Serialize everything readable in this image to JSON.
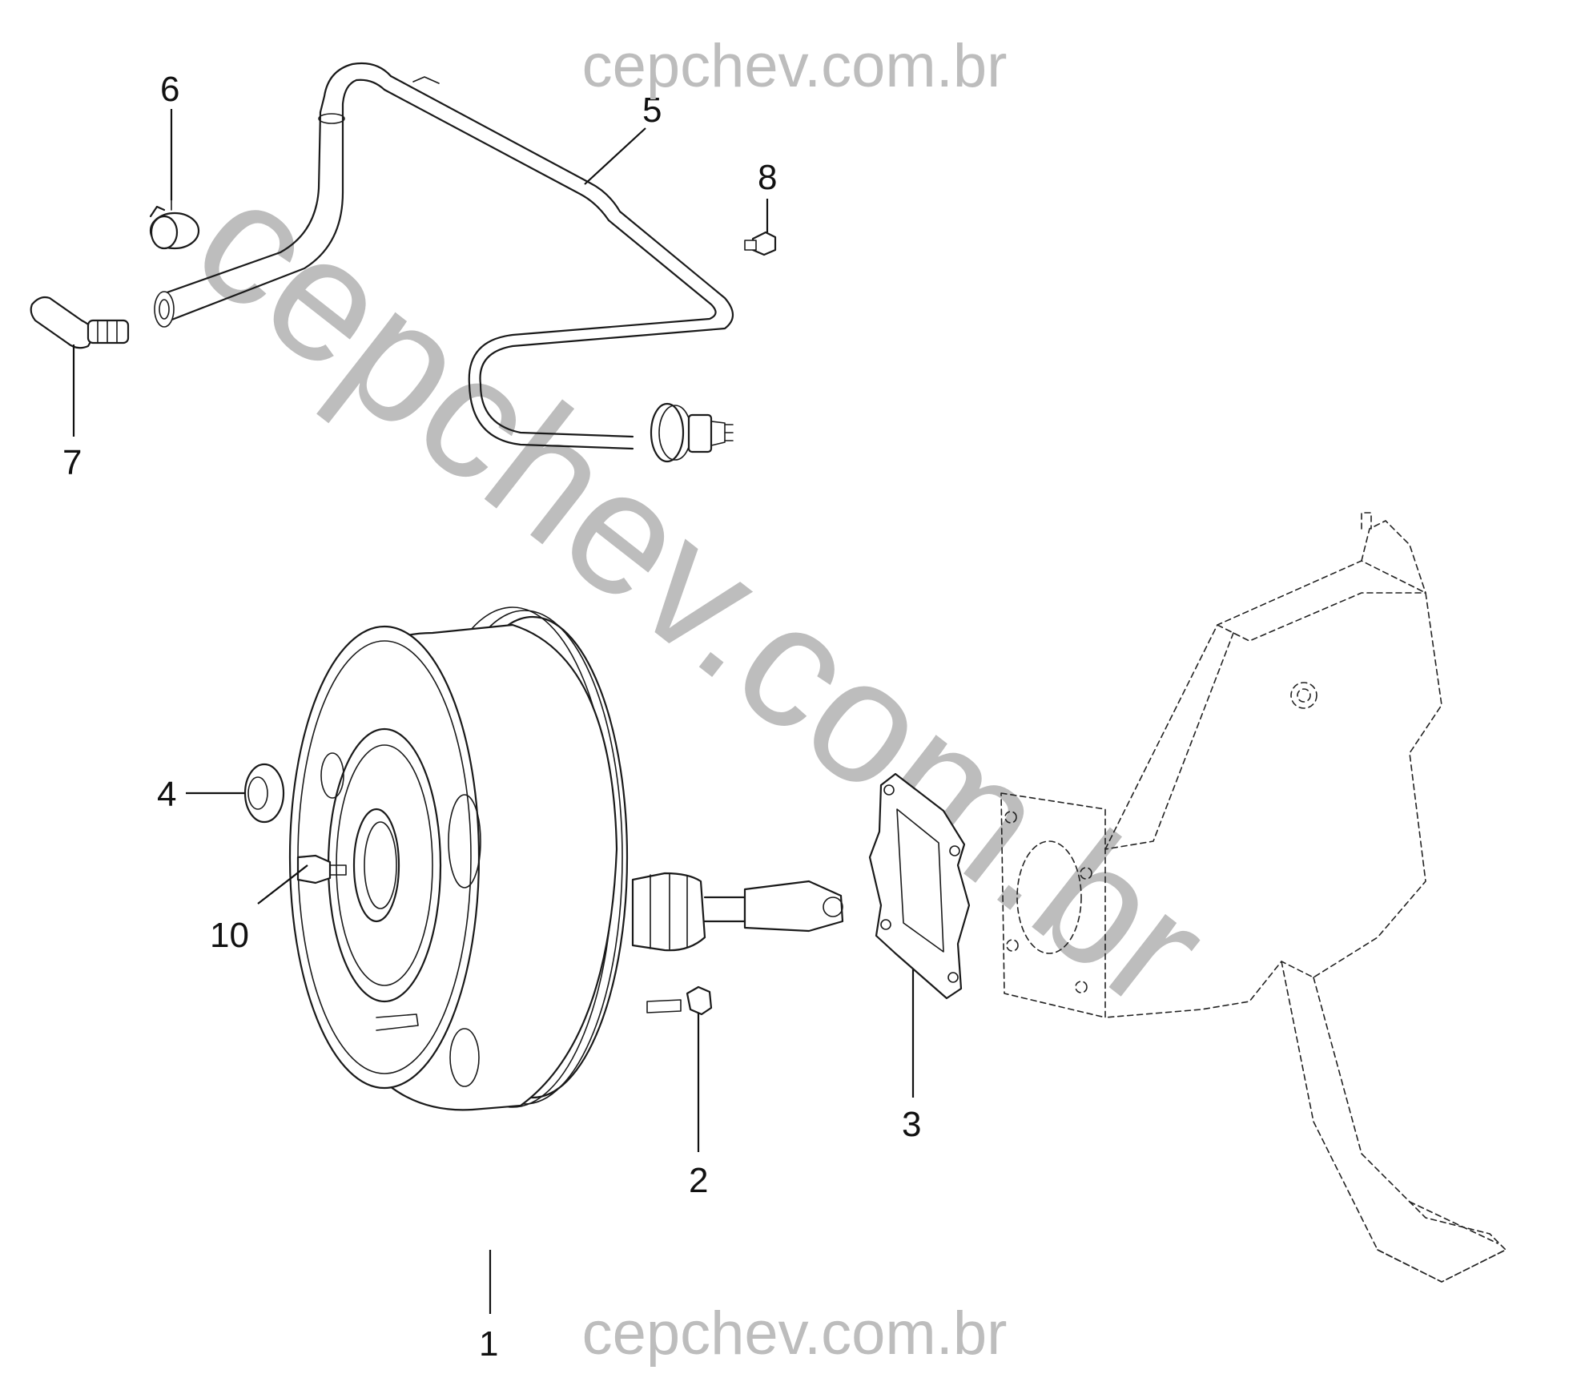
{
  "watermarks": {
    "top": "cepchev.com.br",
    "bottom": "cepchev.com.br",
    "diagonal": "cepchev.com.br"
  },
  "callouts": [
    {
      "id": "1",
      "label": "1"
    },
    {
      "id": "2",
      "label": "2"
    },
    {
      "id": "3",
      "label": "3"
    },
    {
      "id": "4",
      "label": "4"
    },
    {
      "id": "5",
      "label": "5"
    },
    {
      "id": "6",
      "label": "6"
    },
    {
      "id": "7",
      "label": "7"
    },
    {
      "id": "8",
      "label": "8"
    },
    {
      "id": "10",
      "label": "10"
    }
  ],
  "colors": {
    "line": "#1a1a1a",
    "watermark": "#bdbdbd",
    "background": "#ffffff"
  }
}
